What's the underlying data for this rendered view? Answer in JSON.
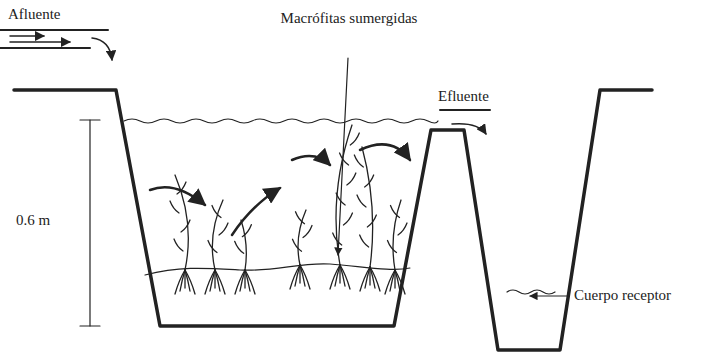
{
  "diagram": {
    "labels": [
      "Afluente",
      "Macrófitas sumergidas",
      "Efluente",
      "0.6 m",
      "Cuerpo receptor"
    ]
  }
}
